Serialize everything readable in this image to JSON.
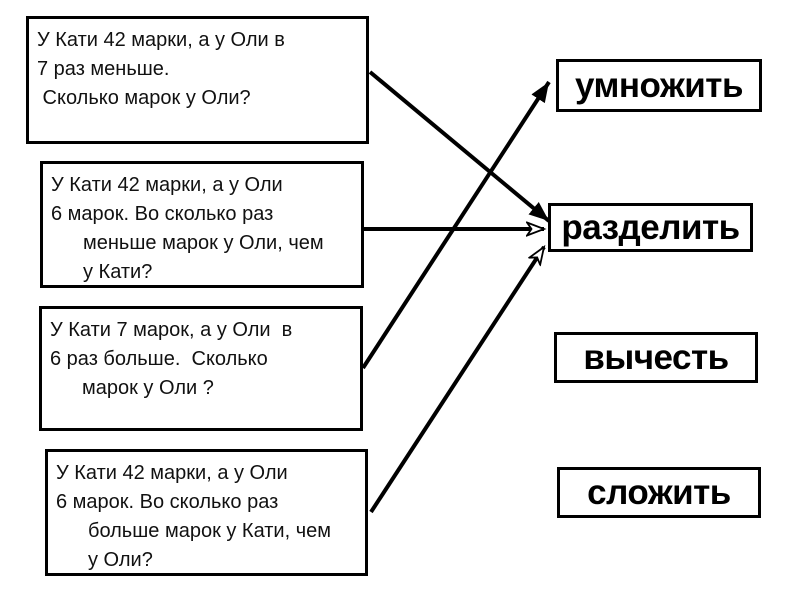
{
  "problems": [
    {
      "id": "problem-1",
      "lines": [
        {
          "t": "У Кати 42 марки, а у Оли в",
          "ind": 0
        },
        {
          "t": "7 раз меньше.",
          "ind": 0
        },
        {
          "t": " Сколько марок у Оли?",
          "ind": 0
        }
      ],
      "connected_to": "разделить"
    },
    {
      "id": "problem-2",
      "lines": [
        {
          "t": "У Кати 42 марки, а у Оли",
          "ind": 0
        },
        {
          "t": "6 марок. Во сколько раз",
          "ind": 0
        },
        {
          "t": "меньше марок у Оли, чем",
          "ind": 1
        },
        {
          "t": "у Кати?",
          "ind": 1
        }
      ],
      "connected_to": "разделить"
    },
    {
      "id": "problem-3",
      "lines": [
        {
          "t": "У Кати 7 марок, а у Оли  в",
          "ind": 0
        },
        {
          "t": "6 раз больше.  Сколько",
          "ind": 0
        },
        {
          "t": "марок у Оли ?",
          "ind": 1
        }
      ],
      "connected_to": "умножить"
    },
    {
      "id": "problem-4",
      "lines": [
        {
          "t": "У Кати 42 марки, а у Оли",
          "ind": 0
        },
        {
          "t": "6 марок. Во сколько раз",
          "ind": 0
        },
        {
          "t": "больше марок у Кати, чем",
          "ind": 1
        },
        {
          "t": "у Оли?",
          "ind": 1
        }
      ],
      "connected_to": "разделить"
    }
  ],
  "operations": [
    {
      "id": "multiply",
      "label": "умножить"
    },
    {
      "id": "divide",
      "label": "разделить"
    },
    {
      "id": "subtract",
      "label": "вычесть"
    },
    {
      "id": "add",
      "label": "сложить"
    }
  ],
  "connections": [
    {
      "from": "problem-1",
      "to": "divide"
    },
    {
      "from": "problem-2",
      "to": "divide"
    },
    {
      "from": "problem-3",
      "to": "multiply"
    },
    {
      "from": "problem-4",
      "to": "divide"
    }
  ],
  "colors": {
    "line": "#000000",
    "border": "#000000",
    "background": "#ffffff",
    "text": "#111111"
  }
}
